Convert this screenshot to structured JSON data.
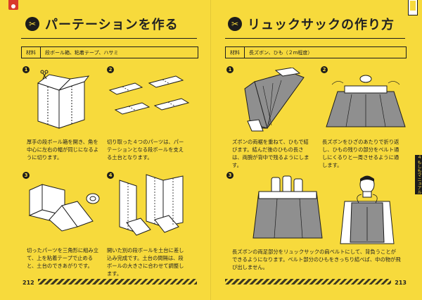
{
  "left": {
    "title": "パーテーションを作る",
    "materials_label": "材料",
    "materials": "段ボール箱、粘着テープ、ハサミ",
    "steps": [
      {
        "num": "1",
        "text": "厚手の段ボール箱を開き、角を中心に左右の幅が同じになるように切ります。"
      },
      {
        "num": "2",
        "text": "切り取った４つのパーツは、パーテーションとなる段ボールを支える土台となります。"
      },
      {
        "num": "3",
        "text": "切ったパーツを三角形に組み立て、上を粘着テープで止めると、土台のできあがりです。"
      },
      {
        "num": "4",
        "text": "開いた別の段ボールを土台に差し込み完成です。土台の間隔は、段ボールの大きさに合わせて調整します。"
      }
    ],
    "page_number": "212"
  },
  "right": {
    "title": "リュックサックの作り方",
    "materials_label": "材料",
    "materials": "長ズボン、ひも（２m程度）",
    "steps": [
      {
        "num": "1",
        "text": "ズボンの両裾を重ねて、ひもで結びます。結んだ後のひもの長さは、両腕が背中で残るようにします。"
      },
      {
        "num": "2",
        "text": "長ズボンをひざのあたりで折り返し、ひもの残りの部分をベルト通しにくるりと一周させるように通します。"
      },
      {
        "num": "3",
        "text": "長ズボンの両足部分をリュックサックの肩ベルトにして、背負うことができるようになります。ベルト部分のひもをきっちり結べば、中の物が飛び出しません。"
      }
    ],
    "page_number": "213",
    "side_tab": "４ もしもマニュアル"
  },
  "icons": {
    "scissors": "✂"
  }
}
